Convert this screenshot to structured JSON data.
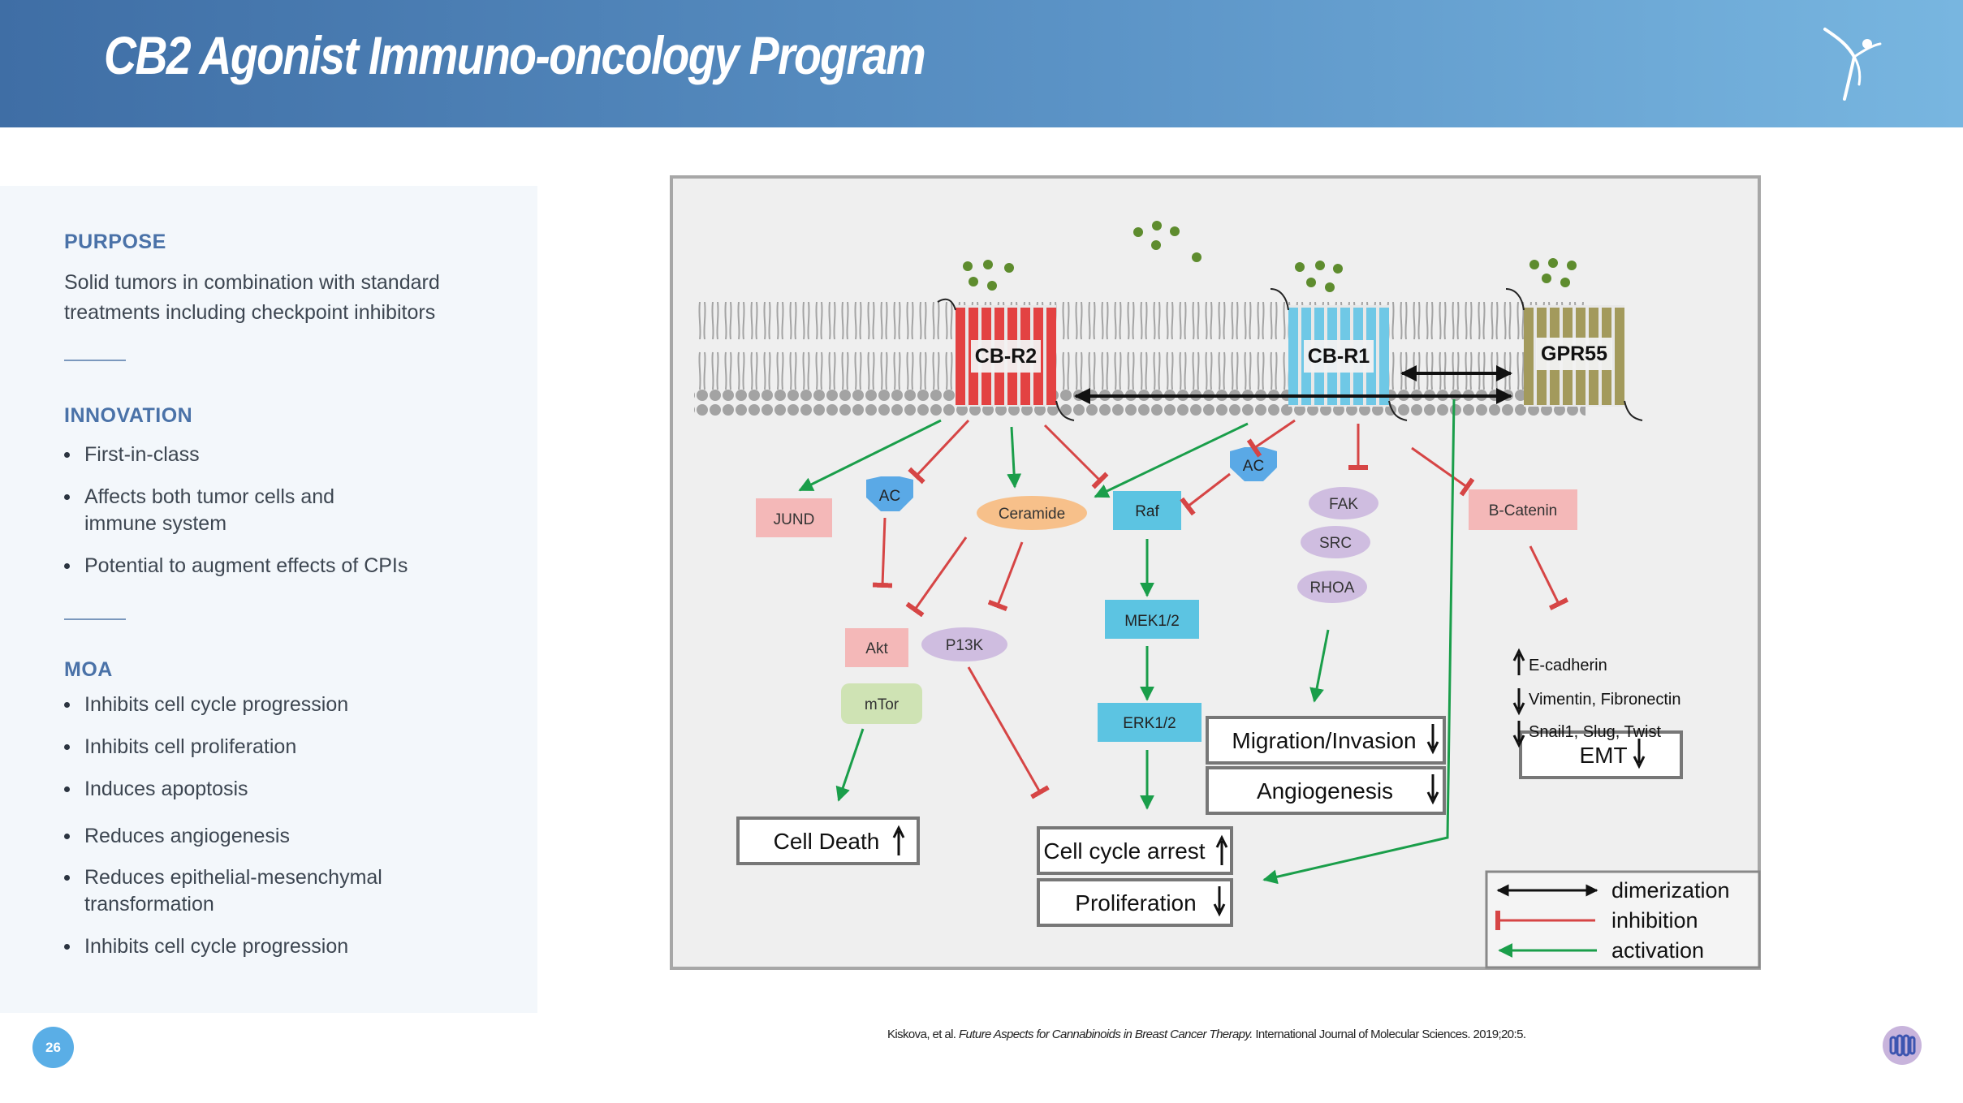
{
  "header": {
    "title": "CB2 Agonist Immuno-oncology Program"
  },
  "sidebar": {
    "purpose": {
      "heading": "PURPOSE",
      "text": "Solid tumors in combination with standard treatments including checkpoint inhibitors"
    },
    "innovation": {
      "heading": "INNOVATION",
      "items": [
        "First-in-class",
        "Affects both tumor cells and immune system",
        "Potential to augment effects of CPIs"
      ]
    },
    "moa": {
      "heading": "MOA",
      "items": [
        "Inhibits cell cycle progression",
        "Inhibits cell proliferation",
        "Induces apoptosis",
        "Reduces angiogenesis",
        "Reduces epithelial-mesenchymal transformation",
        "Inhibits cell cycle progression"
      ]
    }
  },
  "footer": {
    "page_number": "26",
    "citation_authors": "Kiskova, et al. ",
    "citation_title": "Future Aspects for Cannabinoids in Breast Cancer Therapy.",
    "citation_journal": " International Journal of Molecular Sciences. 2019;20:5."
  },
  "diagram": {
    "receptors": {
      "cb_r2": "CB-R2",
      "cb_r1": "CB-R1",
      "gpr55": "GPR55"
    },
    "nodes": {
      "jund": "JUND",
      "ac_left": "AC",
      "ceramide": "Ceramide",
      "raf": "Raf",
      "ac_right": "AC",
      "fak": "FAK",
      "src": "SRC",
      "rhoa": "RHOA",
      "b_catenin": "B-Catenin",
      "akt": "Akt",
      "p13k": "P13K",
      "mtor": "mTor",
      "mek": "MEK1/2",
      "erk": "ERK1/2"
    },
    "emt_markers": {
      "e_cadherin": "E-cadherin",
      "vimentin": "Vimentin, Fibronectin",
      "snail": "Snail1, Slug, Twist"
    },
    "outcomes": {
      "cell_death": "Cell Death",
      "cell_cycle_arrest": "Cell cycle arrest",
      "proliferation": "Proliferation",
      "migration": "Migration/Invasion",
      "angiogenesis": "Angiogenesis",
      "emt": "EMT"
    },
    "legend": {
      "dimerization": "dimerization",
      "inhibition": "inhibition",
      "activation": "activation"
    },
    "colors": {
      "activation": "#1a9e4a",
      "inhibition": "#d64545",
      "dimerization": "#111111"
    }
  }
}
